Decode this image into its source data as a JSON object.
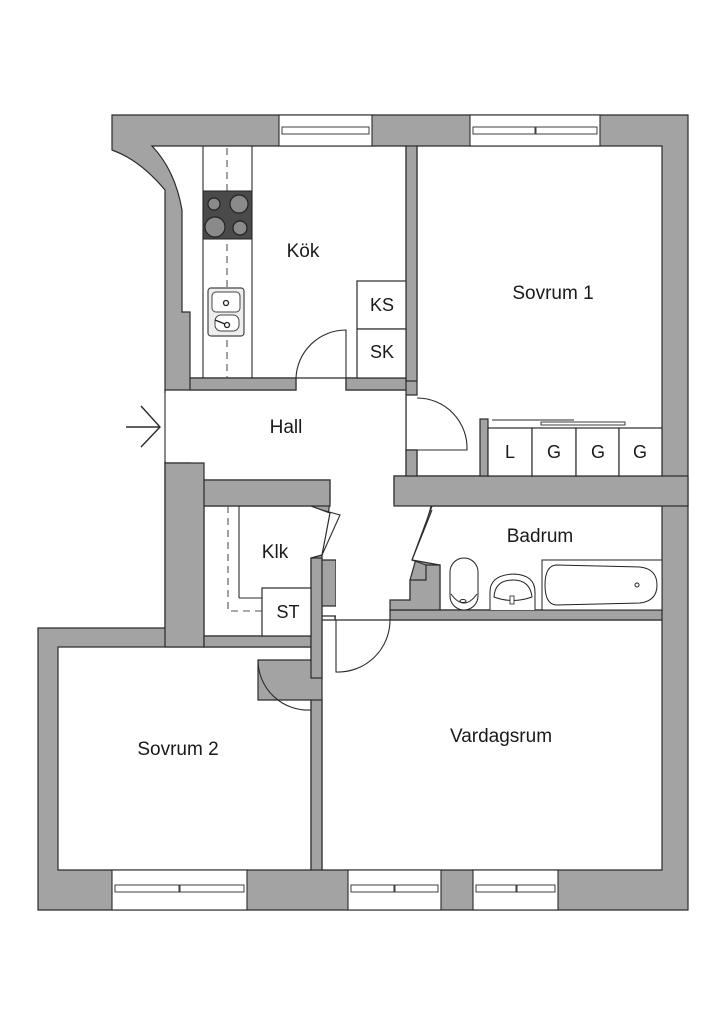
{
  "plan": {
    "rooms": [
      {
        "id": "kok",
        "label": "Kök"
      },
      {
        "id": "sovrum1",
        "label": "Sovrum 1"
      },
      {
        "id": "hall",
        "label": "Hall"
      },
      {
        "id": "klk",
        "label": "Klk"
      },
      {
        "id": "badrum",
        "label": "Badrum"
      },
      {
        "id": "sovrum2",
        "label": "Sovrum 2"
      },
      {
        "id": "vardagsrum",
        "label": "Vardagsrum"
      }
    ],
    "storage": {
      "ks": "KS",
      "sk": "SK",
      "st": "ST",
      "closets": [
        "L",
        "G",
        "G",
        "G"
      ]
    },
    "entrance": {
      "icon": "entrance-arrow-icon"
    },
    "colors": {
      "wall": "#a3a3a3",
      "outline": "#2b2b2b",
      "floor": "#ffffff",
      "stove": "#4a4a4a"
    }
  }
}
